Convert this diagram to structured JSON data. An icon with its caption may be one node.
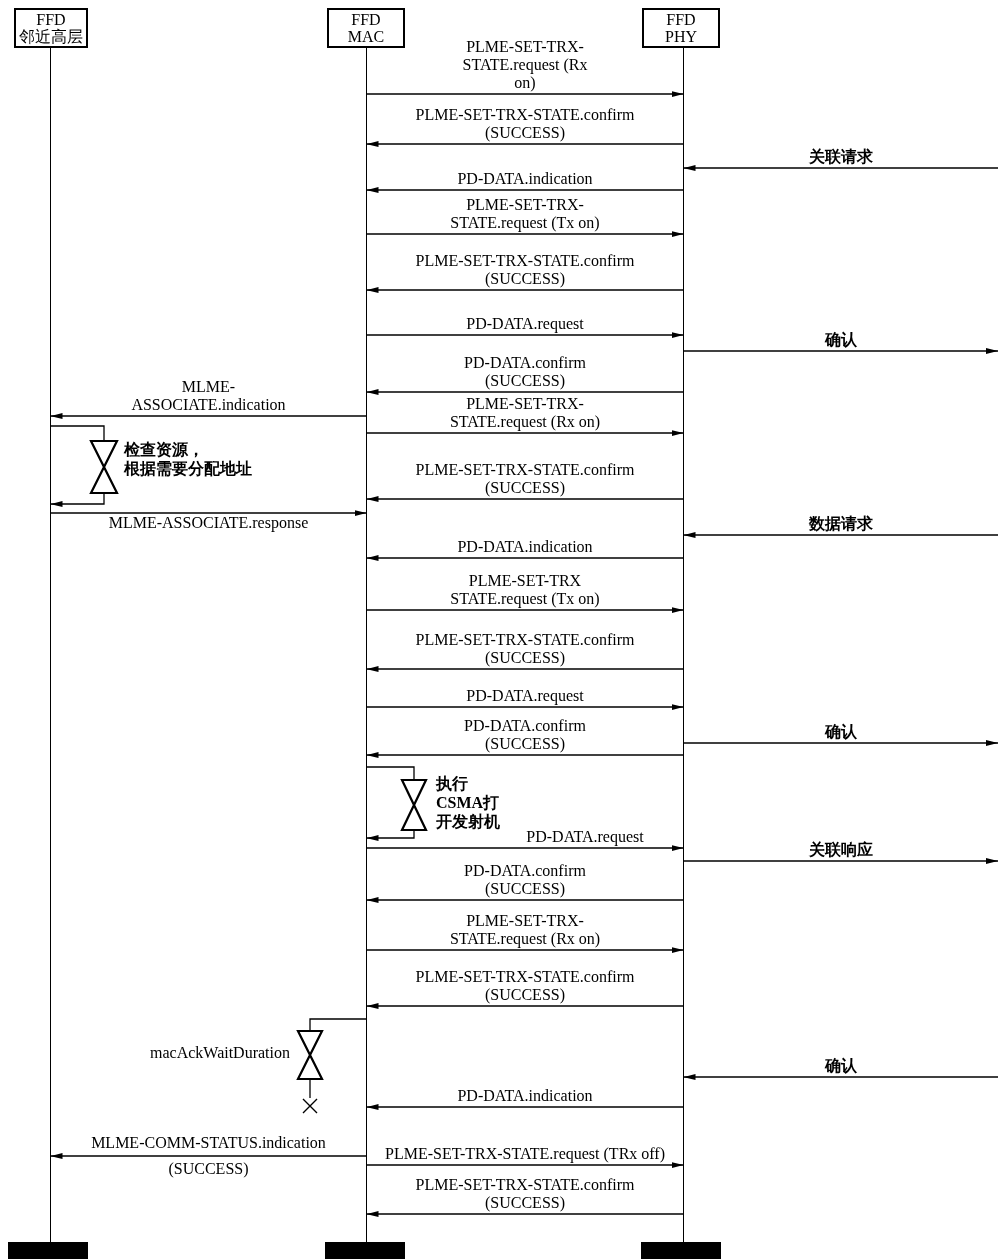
{
  "diagram": {
    "nodes": [
      {
        "text": [
          "FFD",
          "邻近高层"
        ]
      },
      {
        "text": [
          "FFD",
          "MAC"
        ]
      },
      {
        "text": [
          "FFD",
          "PHY"
        ]
      },
      {
        "text": [],
        "shape": "line"
      },
      {
        "text": [],
        "shape": "line"
      },
      {
        "text": [],
        "shape": "line"
      },
      {
        "text": [],
        "shape": "hourglass",
        "beside": [
          "检查资源，",
          "根据需要分配地址"
        ]
      },
      {
        "text": [],
        "shape": "hourglass",
        "beside": [
          "执行CSMA打开发射机"
        ]
      },
      {
        "text": [],
        "shape": "hourglass",
        "beside": [
          "macAckWaitDuration"
        ]
      },
      {
        "text": [],
        "shape": "cross"
      },
      {
        "text": [],
        "shape": "bar"
      },
      {
        "text": [],
        "shape": "bar"
      },
      {
        "text": [],
        "shape": "bar"
      }
    ],
    "edges": [
      {
        "from": 4,
        "to": 5,
        "arrow": "to",
        "label": "PLME-SET-TRX-STATE.request (Rx on)"
      },
      {
        "from": 5,
        "to": 4,
        "arrow": "to",
        "label": "PLME-SET-TRX-STATE.confirm (SUCCESS)"
      },
      {
        "from": null,
        "to": 5,
        "arrow": "to",
        "label": "关联请求"
      },
      {
        "from": 5,
        "to": 4,
        "arrow": "to",
        "label": "PD-DATA.indication"
      },
      {
        "from": 4,
        "to": 5,
        "arrow": "to",
        "label": "PLME-SET-TRX-STATE.request (Tx on)"
      },
      {
        "from": 5,
        "to": 4,
        "arrow": "to",
        "label": "PLME-SET-TRX-STATE.confirm (SUCCESS)"
      },
      {
        "from": 4,
        "to": 5,
        "arrow": "to",
        "label": "PD-DATA.request"
      },
      {
        "from": 5,
        "to": null,
        "arrow": "to",
        "label": "确认"
      },
      {
        "from": 5,
        "to": 4,
        "arrow": "to",
        "label": "PD-DATA.confirm (SUCCESS)"
      },
      {
        "from": 4,
        "to": 3,
        "arrow": "to",
        "label": "MLME-ASSOCIATE.indication"
      },
      {
        "from": 4,
        "to": 5,
        "arrow": "to",
        "label": "PLME-SET-TRX-STATE.request (Rx on)"
      },
      {
        "from": 3,
        "to": 6,
        "arrow": "none"
      },
      {
        "from": 6,
        "to": 3,
        "arrow": "to"
      },
      {
        "from": 5,
        "to": 4,
        "arrow": "to",
        "label": "PLME-SET-TRX-STATE.confirm (SUCCESS)"
      },
      {
        "from": 3,
        "to": 4,
        "arrow": "to",
        "label": "MLME-ASSOCIATE.response"
      },
      {
        "from": null,
        "to": 5,
        "arrow": "to",
        "label": "数据请求"
      },
      {
        "from": 5,
        "to": 4,
        "arrow": "to",
        "label": "PD-DATA.indication"
      },
      {
        "from": 4,
        "to": 5,
        "arrow": "to",
        "label": "PLME-SET-TRX STATE.request (Tx on)"
      },
      {
        "from": 5,
        "to": 4,
        "arrow": "to",
        "label": "PLME-SET-TRX-STATE.confirm (SUCCESS)"
      },
      {
        "from": 4,
        "to": 5,
        "arrow": "to",
        "label": "PD-DATA.request"
      },
      {
        "from": 5,
        "to": null,
        "arrow": "to",
        "label": "确认"
      },
      {
        "from": 5,
        "to": 4,
        "arrow": "to",
        "label": "PD-DATA.confirm (SUCCESS)"
      },
      {
        "from": 4,
        "to": 7,
        "arrow": "none"
      },
      {
        "from": 7,
        "to": 4,
        "arrow": "to"
      },
      {
        "from": 4,
        "to": 5,
        "arrow": "to",
        "label": "PD-DATA.request"
      },
      {
        "from": 5,
        "to": null,
        "arrow": "to",
        "label": "关联响应"
      },
      {
        "from": 5,
        "to": 4,
        "arrow": "to",
        "label": "PD-DATA.confirm (SUCCESS)"
      },
      {
        "from": 4,
        "to": 5,
        "arrow": "to",
        "label": "PLME-SET-TRX-STATE.request (Rx on)"
      },
      {
        "from": 5,
        "to": 4,
        "arrow": "to",
        "label": "PLME-SET-TRX-STATE.confirm (SUCCESS)"
      },
      {
        "from": 4,
        "to": 8,
        "arrow": "none"
      },
      {
        "from": 8,
        "to": 9,
        "arrow": "none"
      },
      {
        "from": null,
        "to": 5,
        "arrow": "to",
        "label": "确认"
      },
      {
        "from": 5,
        "to": 4,
        "arrow": "to",
        "label": "PD-DATA.indication"
      },
      {
        "from": 4,
        "to": 3,
        "arrow": "to",
        "label": "MLME-COMM-STATUS.indication (SUCCESS)"
      },
      {
        "from": 4,
        "to": 5,
        "arrow": "to",
        "label": "PLME-SET-TRX-STATE.request (TRx off)"
      },
      {
        "from": 5,
        "to": 4,
        "arrow": "to",
        "label": "PLME-SET-TRX-STATE.confirm (SUCCESS)"
      }
    ]
  }
}
